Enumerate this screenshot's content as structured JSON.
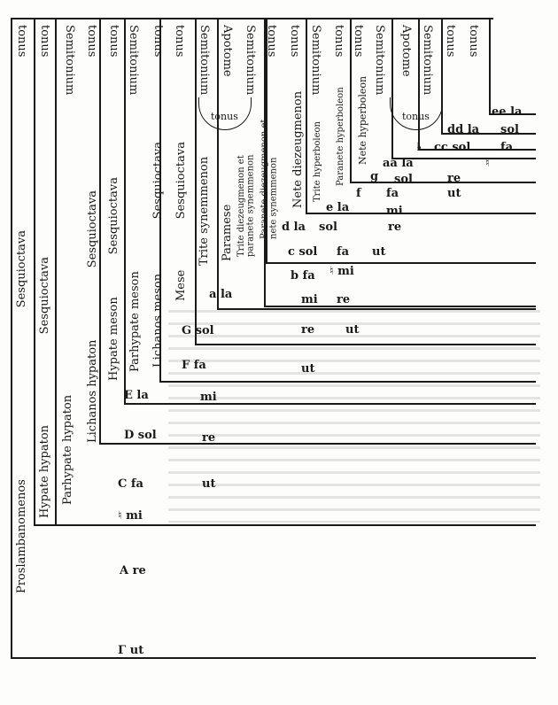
{
  "intervals_top": [
    "tonus",
    "tonus",
    "Semitonium",
    "tonus",
    "tonus",
    "Semitonium",
    "tonus",
    "tonus",
    "Semitonium",
    "Apotome",
    "Semitonium",
    "tonus",
    "tonus",
    "Semitonium",
    "tonus",
    "tonus",
    "Semitonium",
    "Apotome",
    "Semitonium",
    "tonus",
    "tonus"
  ],
  "arcs": [
    "tonus",
    "tonus"
  ],
  "string_names": [
    "Proslambanomenos",
    "Hypate hypaton",
    "Parhypate hypaton",
    "Lichanos hypaton",
    "Hypate meson",
    "Parhypate meson",
    "Lichanos meson",
    "Mese",
    "Trite synemmenon",
    "Paramese",
    "Trite diezeugmenon et paranete synemmenon",
    "Paranete diezeugmenon et nete synemmenon",
    "Nete diezeugmenon",
    "Trite hyperboleon",
    "Paranete hyperboleon",
    "Nete hyperboleon"
  ],
  "ratios": [
    "Sesquioctava",
    "Sesquioctava",
    "Sesquioctava",
    "Sesquioctava",
    "Sesquioctava",
    "Sesquioctava"
  ],
  "notes": [
    "Γ ut",
    "A re",
    "♮ mi",
    "C fa",
    "ut",
    "D sol",
    "re",
    "E la",
    "mi",
    "F fa",
    "ut",
    "G sol",
    "re",
    "ut",
    "a la",
    "mi",
    "re",
    "b fa",
    "♮ mi",
    "c sol",
    "fa",
    "ut",
    "d la",
    "sol",
    "re",
    "e la",
    "mi",
    "f",
    "fa",
    "ut",
    "g",
    "aa la",
    "sol",
    "re",
    "♭",
    "♮",
    "cc sol",
    "fa",
    "dd la",
    "sol",
    "ee la"
  ]
}
